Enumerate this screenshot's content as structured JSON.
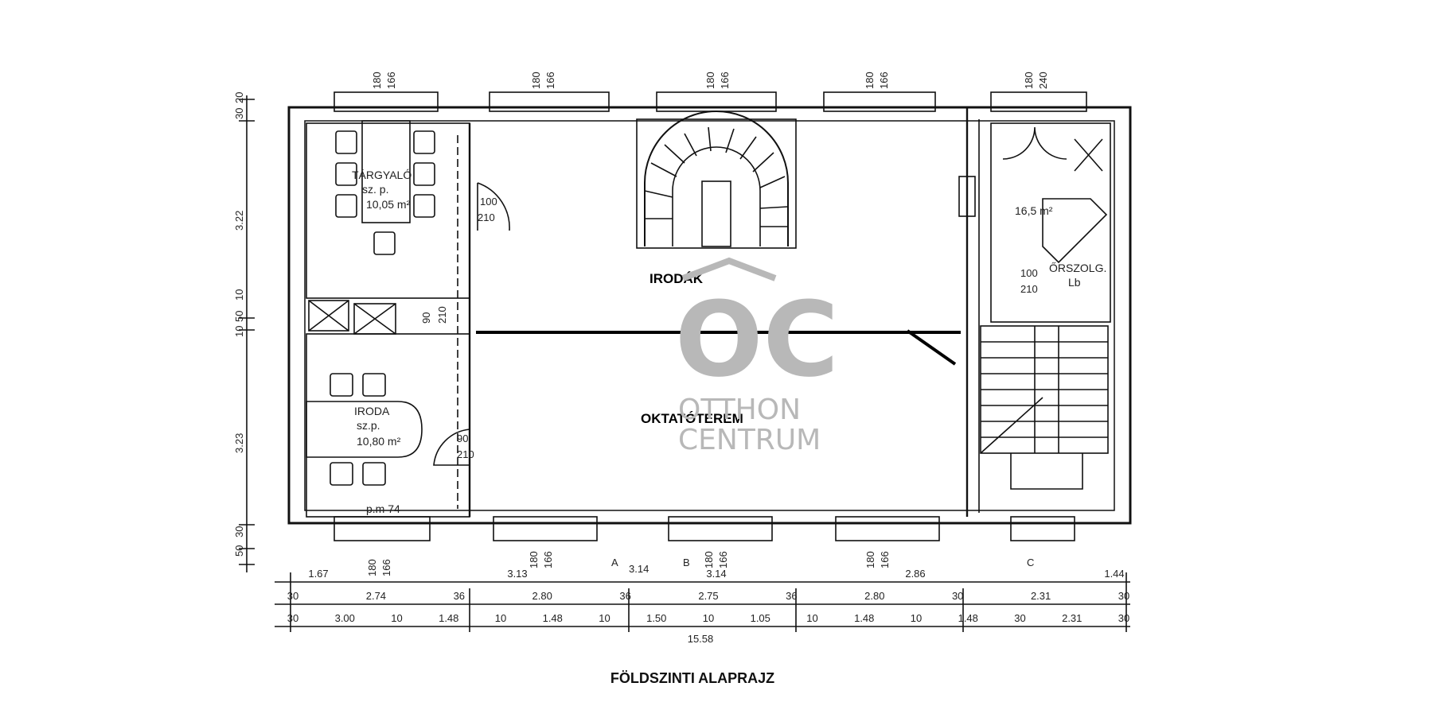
{
  "caption": "FÖLDSZINTI ALAPRAJZ",
  "rooms": {
    "meeting": {
      "name": "TÁRGYALÓ",
      "sub": "sz. p.",
      "area": "10,05 m²"
    },
    "office": {
      "name": "IRODA",
      "sub": "sz.p.",
      "area": "10,80 m²"
    },
    "right_area": "16,5 m²",
    "orszolg": "ŐRSZOLG.",
    "lb": "Lb",
    "pm": "p.m 74"
  },
  "zones": {
    "upper": "IRODÁK",
    "lower": "OKTATÓTEREM"
  },
  "watermark": {
    "mark": "OC",
    "line1": "OTTHON",
    "line2": "CENTRUM",
    "color": "#b8b8b8"
  },
  "window_labels": [
    "180",
    "166"
  ],
  "window_labels_right": [
    "180",
    "240"
  ],
  "door_labels": {
    "d1a": "100",
    "d1b": "210",
    "d2a": "90",
    "d2b": "210",
    "d3a": "90",
    "d3b": "210",
    "d4a": "100",
    "d4b": "210"
  },
  "vertical_dims": [
    "30",
    "20",
    "3.22",
    "10",
    "50",
    "10",
    "3.23",
    "30",
    "50"
  ],
  "section_marks": [
    "A",
    "B",
    "C"
  ],
  "bottom_window_dims": [
    "3.14"
  ],
  "dim_row1": [
    "1.67",
    "3.13",
    "3.14",
    "2.86",
    "1.44"
  ],
  "dim_row2": [
    "30",
    "2.74",
    "36",
    "2.80",
    "36",
    "2.75",
    "36",
    "2.80",
    "30",
    "2.31",
    "30"
  ],
  "dim_row3": [
    "30",
    "3.00",
    "10",
    "1.48",
    "10",
    "1.48",
    "10",
    "1.50",
    "10",
    "1.05",
    "10",
    "1.48",
    "10",
    "1.48",
    "30",
    "2.31",
    "30"
  ],
  "total": "15.58"
}
